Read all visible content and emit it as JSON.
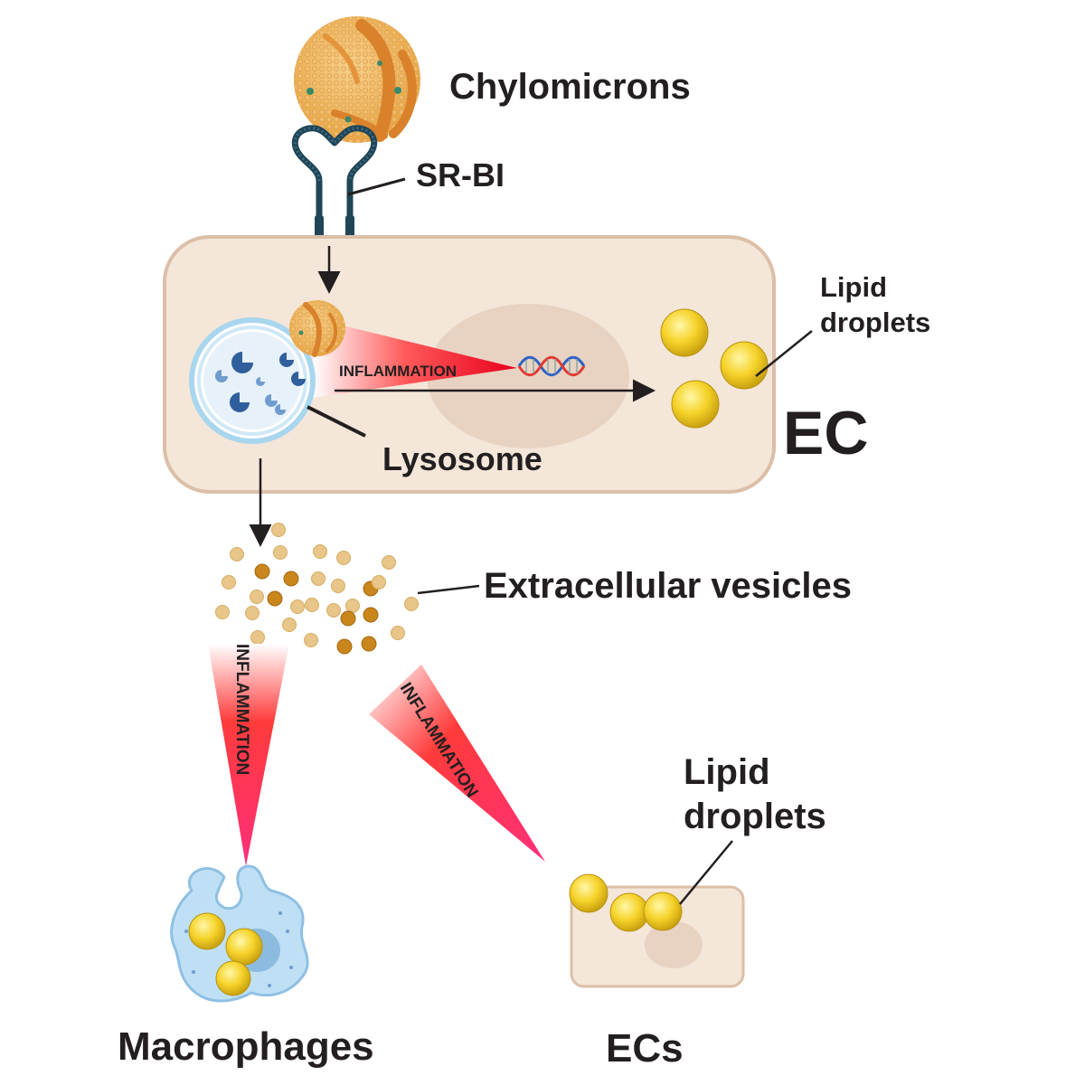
{
  "labels": {
    "chylomicrons": "Chylomicrons",
    "receptor": "SR-BI",
    "lipid_droplets_top_line1": "Lipid",
    "lipid_droplets_top_line2": "droplets",
    "inflammation": "INFLAMMATION",
    "lysosome": "Lysosome",
    "ec": "EC",
    "extracellular_vesicles": "Extracellular vesicles",
    "lipid_droplets_bottom_line1": "Lipid",
    "lipid_droplets_bottom_line2": "droplets",
    "macrophages": "Macrophages",
    "ecs": "ECs"
  },
  "colors": {
    "cell_fill": "#f4e6d8",
    "cell_stroke": "#dcbfa8",
    "nucleus": "#e8d3c3",
    "chylomicron": "#f0b95a",
    "chylomicron_band": "#d9822b",
    "receptor": "#1f4557",
    "lipid": "#f6d32a",
    "lysosome_ring": "#a9d6ef",
    "enzyme": "#2f5f9c",
    "inflammation_red": "#e8001c",
    "macrophage": "#bfe0f4",
    "macrophage_nucleus": "#8bbbdf",
    "vesicle_light": "#e8c588",
    "vesicle_dark": "#c9861c"
  }
}
